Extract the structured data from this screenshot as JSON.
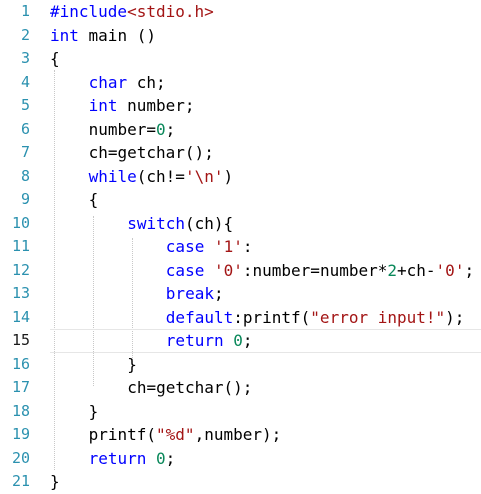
{
  "editor": {
    "current_line": 15,
    "lines": [
      {
        "n": "1",
        "indent": 0,
        "tokens": [
          {
            "t": "#include",
            "c": "kw"
          },
          {
            "t": "<stdio.h>",
            "c": "str"
          }
        ]
      },
      {
        "n": "2",
        "indent": 0,
        "tokens": [
          {
            "t": "int",
            "c": "kw"
          },
          {
            "t": " main ()",
            "c": "plain"
          }
        ]
      },
      {
        "n": "3",
        "indent": 0,
        "tokens": [
          {
            "t": "{",
            "c": "plain"
          }
        ]
      },
      {
        "n": "4",
        "indent": 4,
        "tokens": [
          {
            "t": "char",
            "c": "kw"
          },
          {
            "t": " ch;",
            "c": "plain"
          }
        ]
      },
      {
        "n": "5",
        "indent": 4,
        "tokens": [
          {
            "t": "int",
            "c": "kw"
          },
          {
            "t": " number;",
            "c": "plain"
          }
        ]
      },
      {
        "n": "6",
        "indent": 4,
        "tokens": [
          {
            "t": "number=",
            "c": "plain"
          },
          {
            "t": "0",
            "c": "num"
          },
          {
            "t": ";",
            "c": "plain"
          }
        ]
      },
      {
        "n": "7",
        "indent": 4,
        "tokens": [
          {
            "t": "ch=getchar();",
            "c": "plain"
          }
        ]
      },
      {
        "n": "8",
        "indent": 4,
        "tokens": [
          {
            "t": "while",
            "c": "kw"
          },
          {
            "t": "(ch!=",
            "c": "plain"
          },
          {
            "t": "'\\n'",
            "c": "str"
          },
          {
            "t": ")",
            "c": "plain"
          }
        ]
      },
      {
        "n": "9",
        "indent": 4,
        "tokens": [
          {
            "t": "{",
            "c": "plain"
          }
        ]
      },
      {
        "n": "10",
        "indent": 8,
        "tokens": [
          {
            "t": "switch",
            "c": "kw"
          },
          {
            "t": "(ch){",
            "c": "plain"
          }
        ]
      },
      {
        "n": "11",
        "indent": 12,
        "tokens": [
          {
            "t": "case",
            "c": "kw"
          },
          {
            "t": " ",
            "c": "plain"
          },
          {
            "t": "'1'",
            "c": "str"
          },
          {
            "t": ":",
            "c": "plain"
          }
        ]
      },
      {
        "n": "12",
        "indent": 12,
        "tokens": [
          {
            "t": "case",
            "c": "kw"
          },
          {
            "t": " ",
            "c": "plain"
          },
          {
            "t": "'0'",
            "c": "str"
          },
          {
            "t": ":number=number*",
            "c": "plain"
          },
          {
            "t": "2",
            "c": "num"
          },
          {
            "t": "+ch-",
            "c": "plain"
          },
          {
            "t": "'0'",
            "c": "str"
          },
          {
            "t": ";",
            "c": "plain"
          }
        ]
      },
      {
        "n": "13",
        "indent": 12,
        "tokens": [
          {
            "t": "break",
            "c": "kw"
          },
          {
            "t": ";",
            "c": "plain"
          }
        ]
      },
      {
        "n": "14",
        "indent": 12,
        "tokens": [
          {
            "t": "default",
            "c": "kw"
          },
          {
            "t": ":printf(",
            "c": "plain"
          },
          {
            "t": "\"error input!\"",
            "c": "str"
          },
          {
            "t": ");",
            "c": "plain"
          }
        ]
      },
      {
        "n": "15",
        "indent": 12,
        "tokens": [
          {
            "t": "return",
            "c": "kw"
          },
          {
            "t": " ",
            "c": "plain"
          },
          {
            "t": "0",
            "c": "num"
          },
          {
            "t": ";",
            "c": "plain"
          }
        ]
      },
      {
        "n": "16",
        "indent": 8,
        "tokens": [
          {
            "t": "}",
            "c": "plain"
          }
        ]
      },
      {
        "n": "17",
        "indent": 8,
        "tokens": [
          {
            "t": "ch=getchar();",
            "c": "plain"
          }
        ]
      },
      {
        "n": "18",
        "indent": 4,
        "tokens": [
          {
            "t": "}",
            "c": "plain"
          }
        ]
      },
      {
        "n": "19",
        "indent": 4,
        "tokens": [
          {
            "t": "printf(",
            "c": "plain"
          },
          {
            "t": "\"%d\"",
            "c": "str"
          },
          {
            "t": ",number);",
            "c": "plain"
          }
        ]
      },
      {
        "n": "20",
        "indent": 4,
        "tokens": [
          {
            "t": "return",
            "c": "kw"
          },
          {
            "t": " ",
            "c": "plain"
          },
          {
            "t": "0",
            "c": "num"
          },
          {
            "t": ";",
            "c": "plain"
          }
        ]
      },
      {
        "n": "21",
        "indent": 0,
        "tokens": [
          {
            "t": "}",
            "c": "plain"
          }
        ]
      }
    ]
  },
  "colors": {
    "keyword": "#0000ff",
    "string": "#a31515",
    "number": "#09885a",
    "line_number": "#2b91af",
    "background": "#ffffff"
  }
}
